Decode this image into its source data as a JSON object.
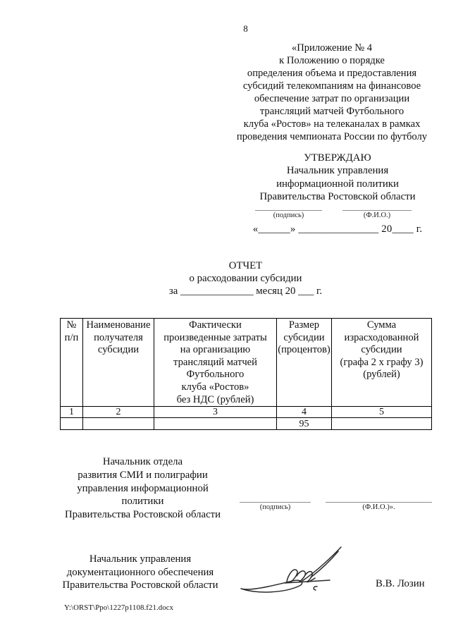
{
  "page": {
    "number": "8",
    "footer_path": "Y:\\ORST\\Ppo\\1227p1108.f21.docx"
  },
  "appendix": {
    "lines": [
      "«Приложение № 4",
      "к Положению о порядке",
      "определения объема и предоставления",
      "субсидий телекомпаниям на финансовое",
      "обеспечение затрат по организации",
      "трансляций матчей Футбольного",
      "клуба «Ростов» на телеканалах в рамках",
      "проведения чемпионата России по футболу"
    ]
  },
  "approval": {
    "title": "УТВЕРЖДАЮ",
    "lines": [
      "Начальник управления",
      "информационной политики",
      "Правительства Ростовской области"
    ],
    "signature_label": "(подпись)",
    "name_label": "(Ф.И.О.)",
    "date_line": "«______» _______________ 20____ г."
  },
  "report": {
    "title": "ОТЧЕТ",
    "subtitle": "о расходовании субсидии",
    "period_line": "за ______________ месяц 20 ___ г."
  },
  "table": {
    "headers": [
      "№\nп/п",
      "Наименование\nполучателя\nсубсидии",
      "Фактически\nпроизведенные затраты\nна организацию\nтрансляций матчей\nФутбольного\nклуба «Ростов»\nбез НДС (рублей)",
      "Размер\nсубсидии\n(процентов)",
      "Сумма\nизрасходованной\nсубсидии\n(графа 2 х графу 3)\n(рублей)"
    ],
    "numbering_row": [
      "1",
      "2",
      "3",
      "4",
      "5"
    ],
    "value_row": [
      "",
      "",
      "",
      "95",
      ""
    ]
  },
  "media_officer": {
    "lines": [
      "Начальник отдела",
      "развития СМИ и полиграфии",
      "управления информационной политики",
      "Правительства Ростовской области"
    ],
    "signature_label": "(подпись)",
    "name_label": "(Ф.И.О.)»."
  },
  "doc_officer": {
    "lines": [
      "Начальник управления",
      "документационного обеспечения",
      "Правительства Ростовской области"
    ],
    "name": "В.В. Лозин",
    "signature_icon": "handwritten-signature"
  }
}
